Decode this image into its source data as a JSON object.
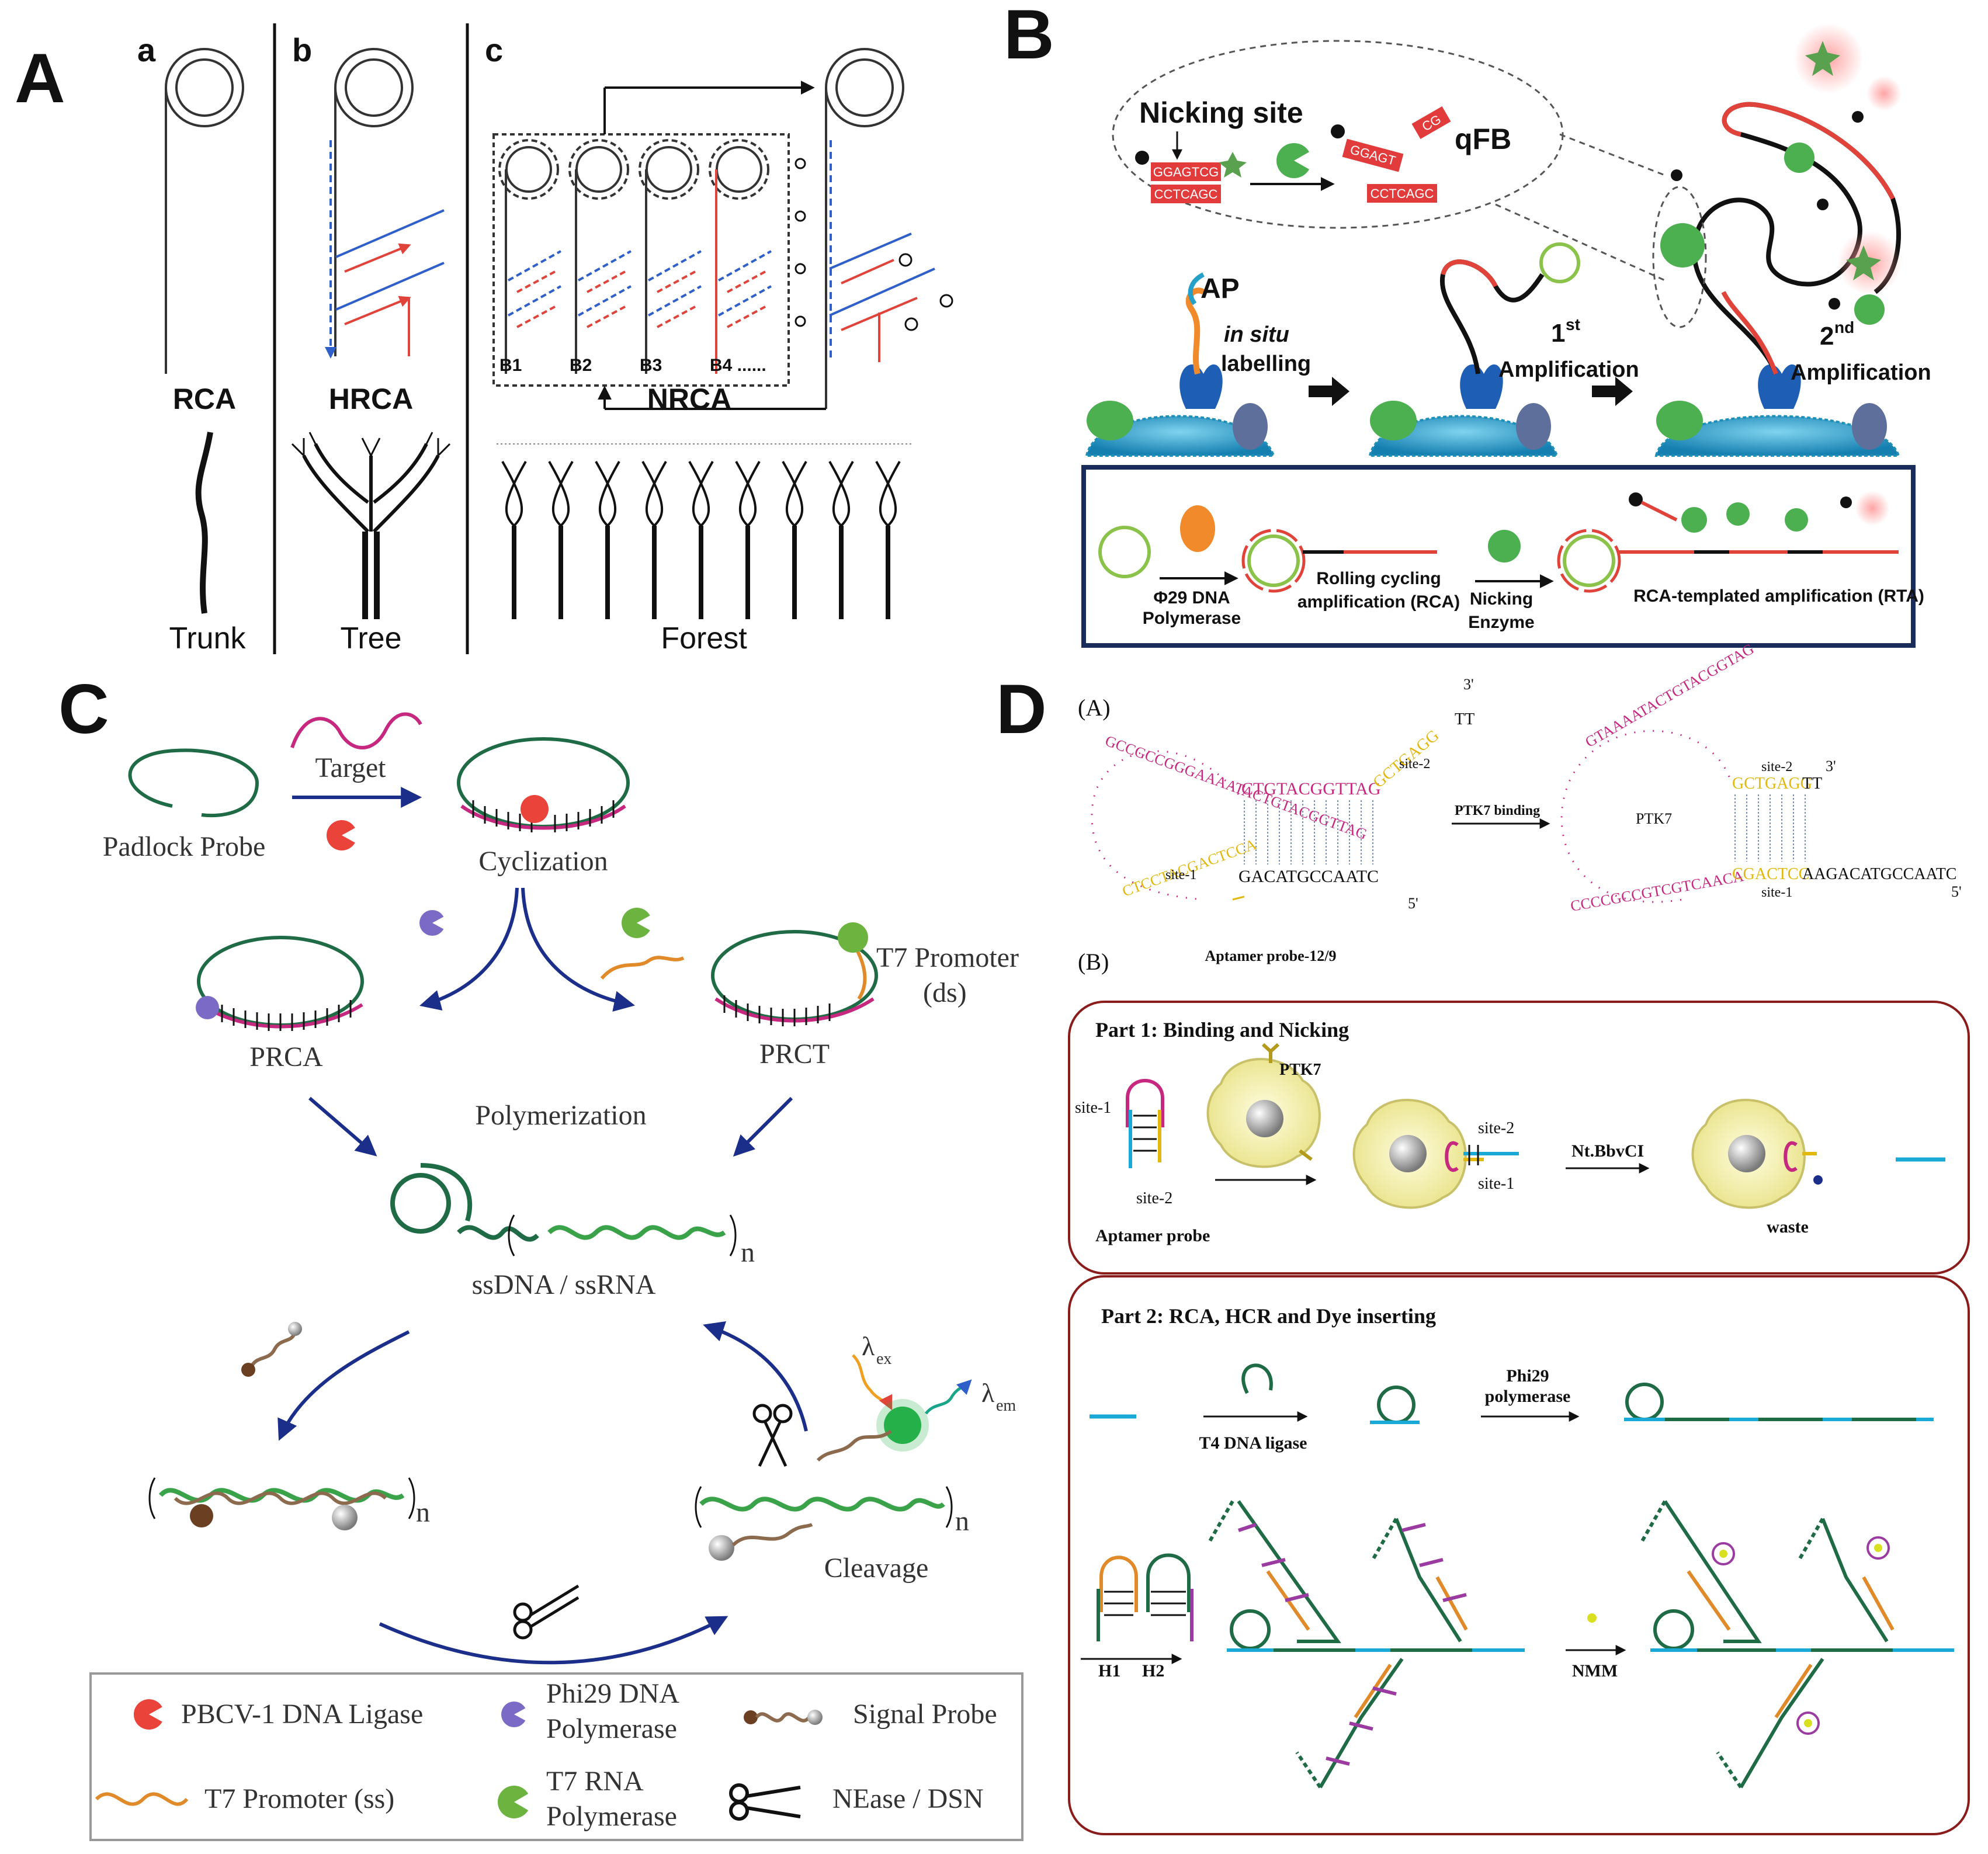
{
  "panel_letters": {
    "A": "A",
    "B": "B",
    "C": "C",
    "D": "D"
  },
  "panelA": {
    "sub_a": "a",
    "sub_b": "b",
    "sub_c": "c",
    "rca": "RCA",
    "hrca": "HRCA",
    "nrca": "NRCA",
    "trunk": "Trunk",
    "tree": "Tree",
    "forest": "Forest",
    "b_labels": [
      "B1",
      "B2",
      "B3",
      "B4 ......"
    ]
  },
  "panelB": {
    "nicking_site": "Nicking site",
    "seq_top": "GGAGTCG",
    "seq_bottom": "CCTCAGC",
    "seq_cut": "GGAGT",
    "seq_cg": "CG",
    "seq_bottom2": "CCTCAGC",
    "qfb": "qFB",
    "ap": "AP",
    "in_situ": "in situ",
    "labelling": "labelling",
    "first_num": "1",
    "first_sup": "st",
    "second_num": "2",
    "second_sup": "nd",
    "amplification": "Amplification",
    "phi29_line1": "Φ29 DNA",
    "phi29_line2": "Polymerase",
    "rca_line1": "Rolling cycling",
    "rca_line2": "amplification (RCA)",
    "nick_line1": "Nicking",
    "nick_line2": "Enzyme",
    "rta": "RCA-templated amplification (RTA)"
  },
  "panelC": {
    "target": "Target",
    "padlock": "Padlock Probe",
    "cyclization": "Cyclization",
    "t7_promoter_ds_line1": "T7 Promoter",
    "t7_promoter_ds_line2": "(ds)",
    "prca": "PRCA",
    "prct": "PRCT",
    "polymerization": "Polymerization",
    "ssdna": "ssDNA / ssRNA",
    "n": "n",
    "lambda_ex": "λ",
    "lambda_ex_sub": "ex",
    "lambda_em": "λ",
    "lambda_em_sub": "em",
    "cleavage": "Cleavage",
    "legend": [
      {
        "label": "PBCV-1 DNA Ligase"
      },
      {
        "label_line1": "Phi29 DNA",
        "label_line2": "Polymerase"
      },
      {
        "label": "Signal Probe"
      },
      {
        "label": "T7 Promoter (ss)"
      },
      {
        "label_line1": "T7 RNA",
        "label_line2": "Polymerase"
      },
      {
        "label": "NEase / DSN"
      }
    ]
  },
  "panelD": {
    "sub_A": "(A)",
    "sub_B": "(B)",
    "loop_seq_left": "GCCGCCGGGAAAATACTGTACGGTTAG",
    "stem_top": "CTGTACGGTTAG",
    "stem_bottom": "GACATGCCAATC",
    "tail_seq": "GCTGAGG",
    "tail_tt": "TT",
    "left_loop_lower": "CTCCTACGACTCCA",
    "three_prime": "3'",
    "five_prime": "5'",
    "site1": "site-1",
    "site2": "site-2",
    "aptamer_probe_name": "Aptamer probe-12/9",
    "ptk7_binding": "PTK7 binding",
    "ptk7": "PTK7",
    "right_loop": "GTAAAATACTGTACGGTAG",
    "right_loop_lower": "CCCCGCCGTCGTCAACA",
    "right_site2_seq": "GCTGAGG",
    "right_tt": "TT",
    "right_site1_seq": "CGACTCC",
    "right_tail": "AAGACATGCCAATC",
    "part1_title": "Part 1: Binding and Nicking",
    "part1_site1": "site-1",
    "part1_site2": "site-2",
    "aptamer_probe": "Aptamer probe",
    "ptk7_label": "PTK7",
    "mid_site2": "site-2",
    "mid_site1": "site-1",
    "nt_bbvci": "Nt.BbvCI",
    "waste": "waste",
    "part2_title": "Part 2: RCA, HCR and Dye inserting",
    "t4_ligase": "T4 DNA  ligase",
    "phi29_line1": "Phi29",
    "phi29_line2": "polymerase",
    "h1": "H1",
    "h2": "H2",
    "nmm": "NMM"
  },
  "colors": {
    "blue_strand": "#2f5fc8",
    "red_strand": "#e0433a",
    "navy": "#1b2f8a",
    "dark_green": "#1f6b46",
    "bright_green": "#3aa34a",
    "magenta": "#c6287f",
    "gold": "#e2b80e",
    "cyan": "#18a9d6",
    "teal_cell": "#1d8fb8",
    "dark_red_frame": "#8a1c1c"
  }
}
